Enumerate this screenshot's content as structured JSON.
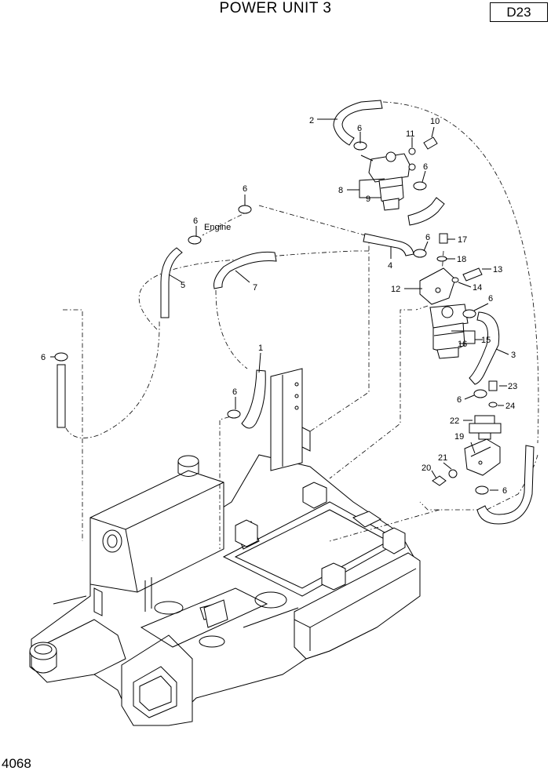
{
  "header": {
    "title": "POWER UNIT 3",
    "code": "D23"
  },
  "footer": {
    "page_number": "4068"
  },
  "callouts": {
    "c1": "1",
    "c2": "2",
    "c3": "3",
    "c4": "4",
    "c5": "5",
    "c6": "6",
    "c7": "7",
    "c8": "8",
    "c9": "9",
    "c10": "10",
    "c11": "11",
    "c12": "12",
    "c13": "13",
    "c14": "14",
    "c15": "15",
    "c16": "16",
    "c17": "17",
    "c18": "18",
    "c19": "19",
    "c20": "20",
    "c21": "21",
    "c22": "22",
    "c23": "23",
    "c24": "24",
    "engine": "Engine"
  }
}
